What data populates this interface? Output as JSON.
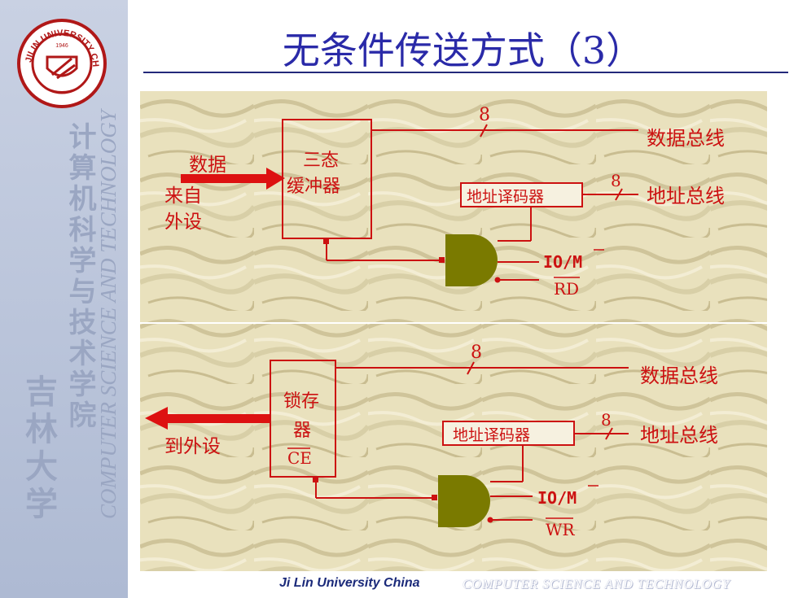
{
  "slide": {
    "title": "无条件传送方式（3）",
    "side_text_cn_1": "吉林大学",
    "side_text_cn_2": "计算机科学与技术学院",
    "side_text_en": "COMPUTER SCIENCE AND TECHNOLOGY",
    "footer_left": "Ji Lin University China",
    "footer_right": "COMPUTER SCIENCE AND TECHNOLOGY",
    "logo_text": "JILIN UNIVERSITY CHINA",
    "logo_year": "1946"
  },
  "colors": {
    "title": "#2a2aa8",
    "line": "#cc1111",
    "gate": "#7a7a00",
    "text": "#cc1111",
    "sidebar": "#bcc5da"
  },
  "top_diagram": {
    "input_label_1": "数据",
    "input_label_2": "来自",
    "input_label_3": "外设",
    "buffer_line_1": "三态",
    "buffer_line_2": "缓冲器",
    "bus_width_data": "8",
    "data_bus": "数据总线",
    "decoder": "地址译码器",
    "bus_width_addr": "8",
    "addr_bus": "地址总线",
    "io_m": "IO/M",
    "rd": "RD"
  },
  "bottom_diagram": {
    "output_label": "到外设",
    "latch_line_1": "锁存",
    "latch_line_2": "器",
    "latch_line_3": "CE",
    "bus_width_data": "8",
    "data_bus": "数据总线",
    "decoder": "地址译码器",
    "bus_width_addr": "8",
    "addr_bus": "地址总线",
    "io_m": "IO/M",
    "wr": "WR"
  }
}
